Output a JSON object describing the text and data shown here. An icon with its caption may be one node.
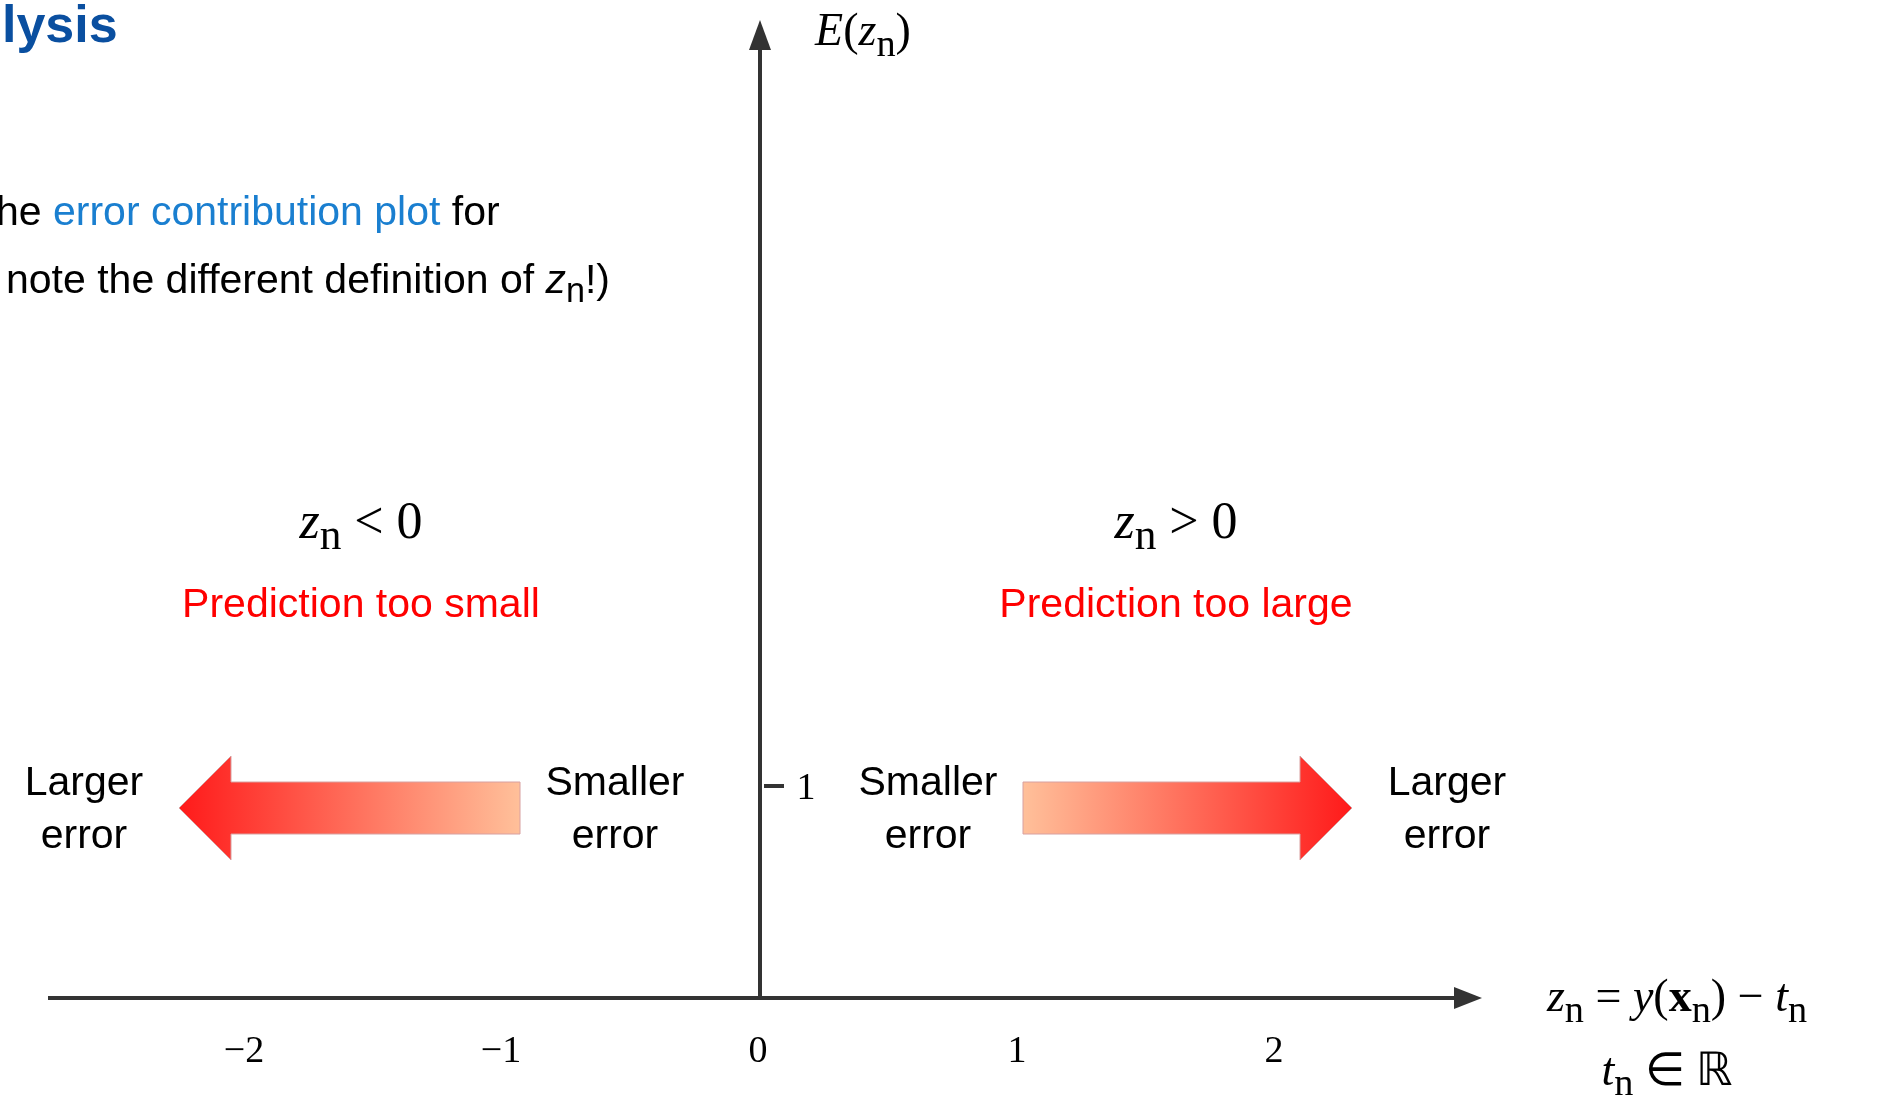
{
  "diagram": {
    "title": "lysis",
    "nodes": [
      {
        "text": [
          "Larger error"
        ]
      },
      {
        "text": [
          "Smaller error"
        ]
      },
      {
        "text": [
          "Smaller error"
        ]
      },
      {
        "text": [
          "Larger error"
        ]
      }
    ],
    "edges": [
      {
        "from": 1,
        "to": 0,
        "arrow": "to",
        "style": "thick",
        "color": "#ff1a1a"
      },
      {
        "from": 2,
        "to": 3,
        "arrow": "to",
        "style": "thick",
        "color": "#ff1a1a"
      }
    ],
    "labels": [
      "he",
      "error contribution plot",
      "for",
      "note the different definition of *z*$_{n}$!)",
      "*E*(*z*$_{n}$)",
      "*z*$_{n}$ < 0",
      "Prediction too small",
      "*z*$_{n}$ > 0",
      "Prediction too large",
      "1",
      "−2",
      "−1",
      "0",
      "1",
      "2",
      "*z*$_{n}$ = *y*(**x**$_{n}$) − *t*$_{n}$",
      "*t*$_{n}$ ∈ ℝ"
    ]
  }
}
